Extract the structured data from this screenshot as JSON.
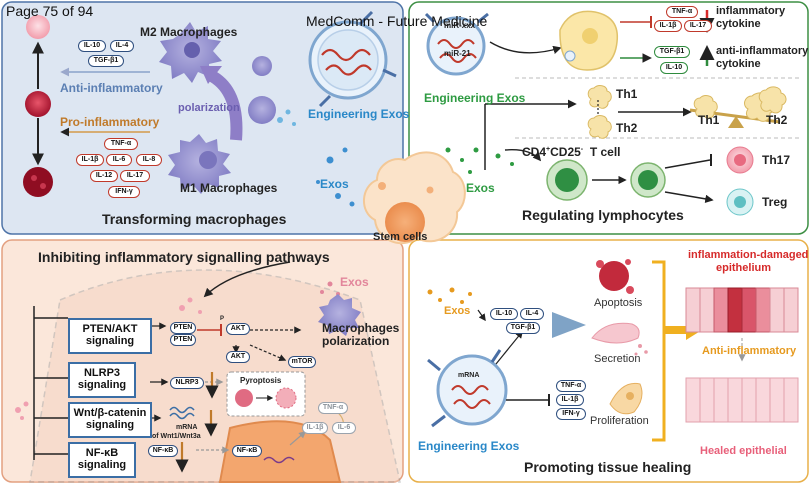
{
  "header": {
    "page": "Page 75 of 94",
    "source": "MedComm - Future Medicine"
  },
  "center": {
    "label": "Stem cells"
  },
  "panel_tl": {
    "title": "Transforming macrophages",
    "m2": "M2 Macrophages",
    "m1": "M1 Macrophages",
    "polarization": "polarization",
    "anti": "Anti-inflammatory",
    "pro": "Pro-inflammatory",
    "eng_exos": "Engineering Exos",
    "exos": "Exos",
    "m2_cytokines": [
      "IL-10",
      "IL-4",
      "TGF-β1"
    ],
    "m1_cytokines": [
      "TNF-α",
      "IL-1β",
      "IL-6",
      "IL-8",
      "IL-12",
      "IL-17",
      "IFN-γ"
    ]
  },
  "panel_tr": {
    "title": "Regulating lymphocytes",
    "mir": "miR-21",
    "mir_top": "miR-xxx",
    "eng_exos": "Engineering Exos",
    "exos": "Exos",
    "inflam_pills": [
      "TNF-α",
      "IL-1β",
      "IL-17"
    ],
    "inflam_label": [
      "inflammatory",
      "cytokine"
    ],
    "anti_pills": [
      "TGF-β1",
      "IL-10"
    ],
    "anti_label": [
      "anti-inflammatory",
      "cytokine"
    ],
    "th1": "Th1",
    "th2": "Th2",
    "th1_r": "Th1",
    "th2_r": "Th2",
    "tcell_prefix": "CD4",
    "tcell_sup1": "+",
    "tcell_mid": "CD25",
    "tcell_sup2": "-",
    "tcell_suffix": "T cell",
    "th17": "Th17",
    "treg": "Treg"
  },
  "panel_bl": {
    "title": "Inhibiting inflammatory signalling pathways",
    "exos": "Exos",
    "mac_polar": [
      "Macrophages",
      "polarization"
    ],
    "boxes": [
      {
        "l1": "PTEN/AKT",
        "l2": "signaling"
      },
      {
        "l1": "NLRP3",
        "l2": "signaling"
      },
      {
        "l1": "Wnt/β-catenin",
        "l2": "signaling"
      },
      {
        "l1": "NF-κB",
        "l2": "signaling"
      }
    ],
    "pten": [
      "PTEN",
      "PTEN"
    ],
    "akt": [
      "AKT",
      "AKT"
    ],
    "p": "P",
    "mtor": "mTOR",
    "nlrp3": "NLRP3",
    "pyroptosis": "Pyroptosis",
    "mrna_wnt": [
      "mRNA",
      "of Wnt1/Wnt3a"
    ],
    "nfkb": [
      "NF-κB",
      "NF-κB"
    ],
    "grey_cytokines": [
      "TNF-α",
      "IL-1β",
      "IL-6"
    ]
  },
  "panel_br": {
    "title": "Promoting tissue healing",
    "exos": "Exos",
    "eng_exos": "Engineering Exos",
    "mrna": "mRNA",
    "pills": [
      "IL-10",
      "IL-4",
      "TGF-β1"
    ],
    "inhib_pills": [
      "TNF-α",
      "IL-1β",
      "IFN-γ"
    ],
    "apoptosis": "Apoptosis",
    "secretion": "Secretion",
    "proliferation": "Proliferation",
    "damaged": [
      "inflammation-damaged",
      "epithelium"
    ],
    "anti": "Anti-inflammatory",
    "healed": "Healed epithelial"
  },
  "colors": {
    "panel_tl_bg": "#dde6f2",
    "panel_tl_border": "#4f74a8",
    "panel_tr_bg": "#ffffff",
    "panel_tr_border": "#3d8f44",
    "panel_bl_bg": "#fbe7da",
    "panel_bl_border": "#e3a080",
    "panel_br_bg": "#ffffff",
    "panel_br_border": "#e8b04a",
    "anti_text": "#5b7fb3",
    "pro_text": "#c07a2a",
    "green_text": "#2e9b42",
    "red_text": "#d62a2a",
    "exos_orange": "#e69a1f",
    "exos_blue": "#2a88c8"
  }
}
